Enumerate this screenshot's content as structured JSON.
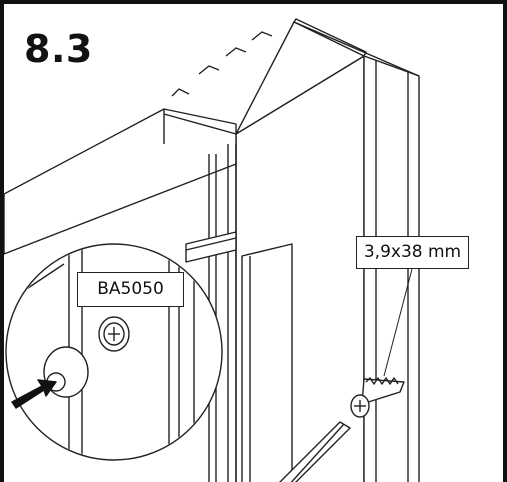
{
  "step": {
    "number": "8.3"
  },
  "callouts": {
    "screw_spec": "3,9x38 mm",
    "part_code": "BA5050"
  },
  "icons": [
    "screw-icon",
    "cap-icon",
    "arrow-icon",
    "screwdriver-icon"
  ],
  "colors": {
    "line": "#222222",
    "background": "#ffffff",
    "frame": "#111111"
  }
}
